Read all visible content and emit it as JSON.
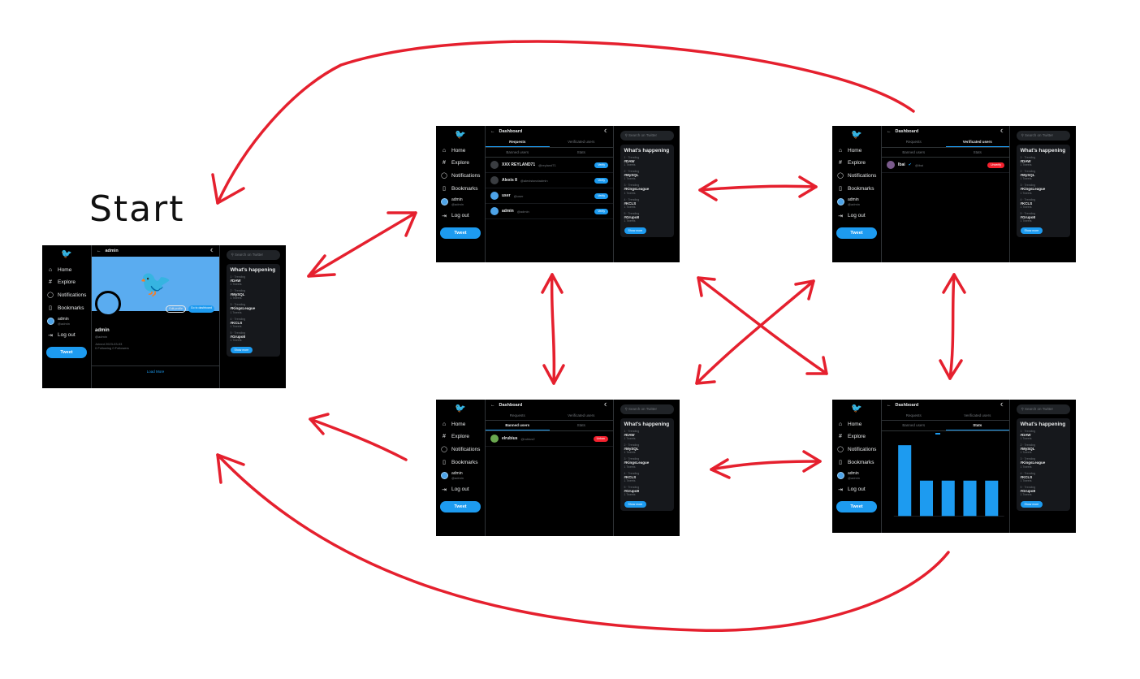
{
  "start_label": "Start",
  "common": {
    "nav": [
      "Home",
      "Explore",
      "Notifications",
      "Bookmarks"
    ],
    "logout": "Log out",
    "tweet": "Tweet",
    "user": {
      "name": "admin",
      "handle": "@admin"
    },
    "search_placeholder": "Search on Twitter",
    "trends_title": "What's happening",
    "trends": [
      {
        "meta": "1 · Trending",
        "tag": "#DAW",
        "count": "1 Tweets"
      },
      {
        "meta": "2 · Trending",
        "tag": "#MySQL",
        "count": "1 Tweets"
      },
      {
        "meta": "3 · Trending",
        "tag": "#KingsLeague",
        "count": "1 Tweets"
      },
      {
        "meta": "4 · Trending",
        "tag": "#KCLS",
        "count": "1 Tweets"
      },
      {
        "meta": "5 · Trending",
        "tag": "#Grupo8",
        "count": "1 Tweets"
      }
    ],
    "show_more": "Show more"
  },
  "profile": {
    "title": "admin",
    "edit_profile": "Edit profile",
    "go_dashboard": "Go to dashboard",
    "name": "admin",
    "handle": "@admin",
    "joined": "Joined 2023-03-03",
    "follow": "0 Following  0 Followers",
    "load_more": "Load More"
  },
  "dashboard": {
    "title": "Dashboard",
    "tabs_top": [
      "Requests",
      "Verificated users"
    ],
    "tabs_bottom": [
      "Banned users",
      "Stats"
    ],
    "requests": [
      {
        "name": "XXX REYLAND71",
        "handle": "@reyland71",
        "action": "Verify"
      },
      {
        "name": "Alexis 8",
        "handle": "@alexisisnotadmin",
        "action": "Verify"
      },
      {
        "name": "user",
        "handle": "@user",
        "action": "Verify"
      },
      {
        "name": "admin",
        "handle": "@admin",
        "action": "Verify"
      }
    ],
    "verified": [
      {
        "name": "Ibai",
        "handle": "@ibai",
        "action": "Unverify"
      }
    ],
    "banned": [
      {
        "name": "elrubius",
        "handle": "@rubius2",
        "action": "Unban"
      }
    ]
  },
  "chart_data": {
    "type": "bar",
    "legend_color": "#1d9bf0",
    "values": [
      4,
      2,
      2,
      2,
      2
    ],
    "ylim": [
      0,
      4.5
    ]
  },
  "colors": {
    "arrow": "#e5202e",
    "accent": "#1d9bf0"
  }
}
